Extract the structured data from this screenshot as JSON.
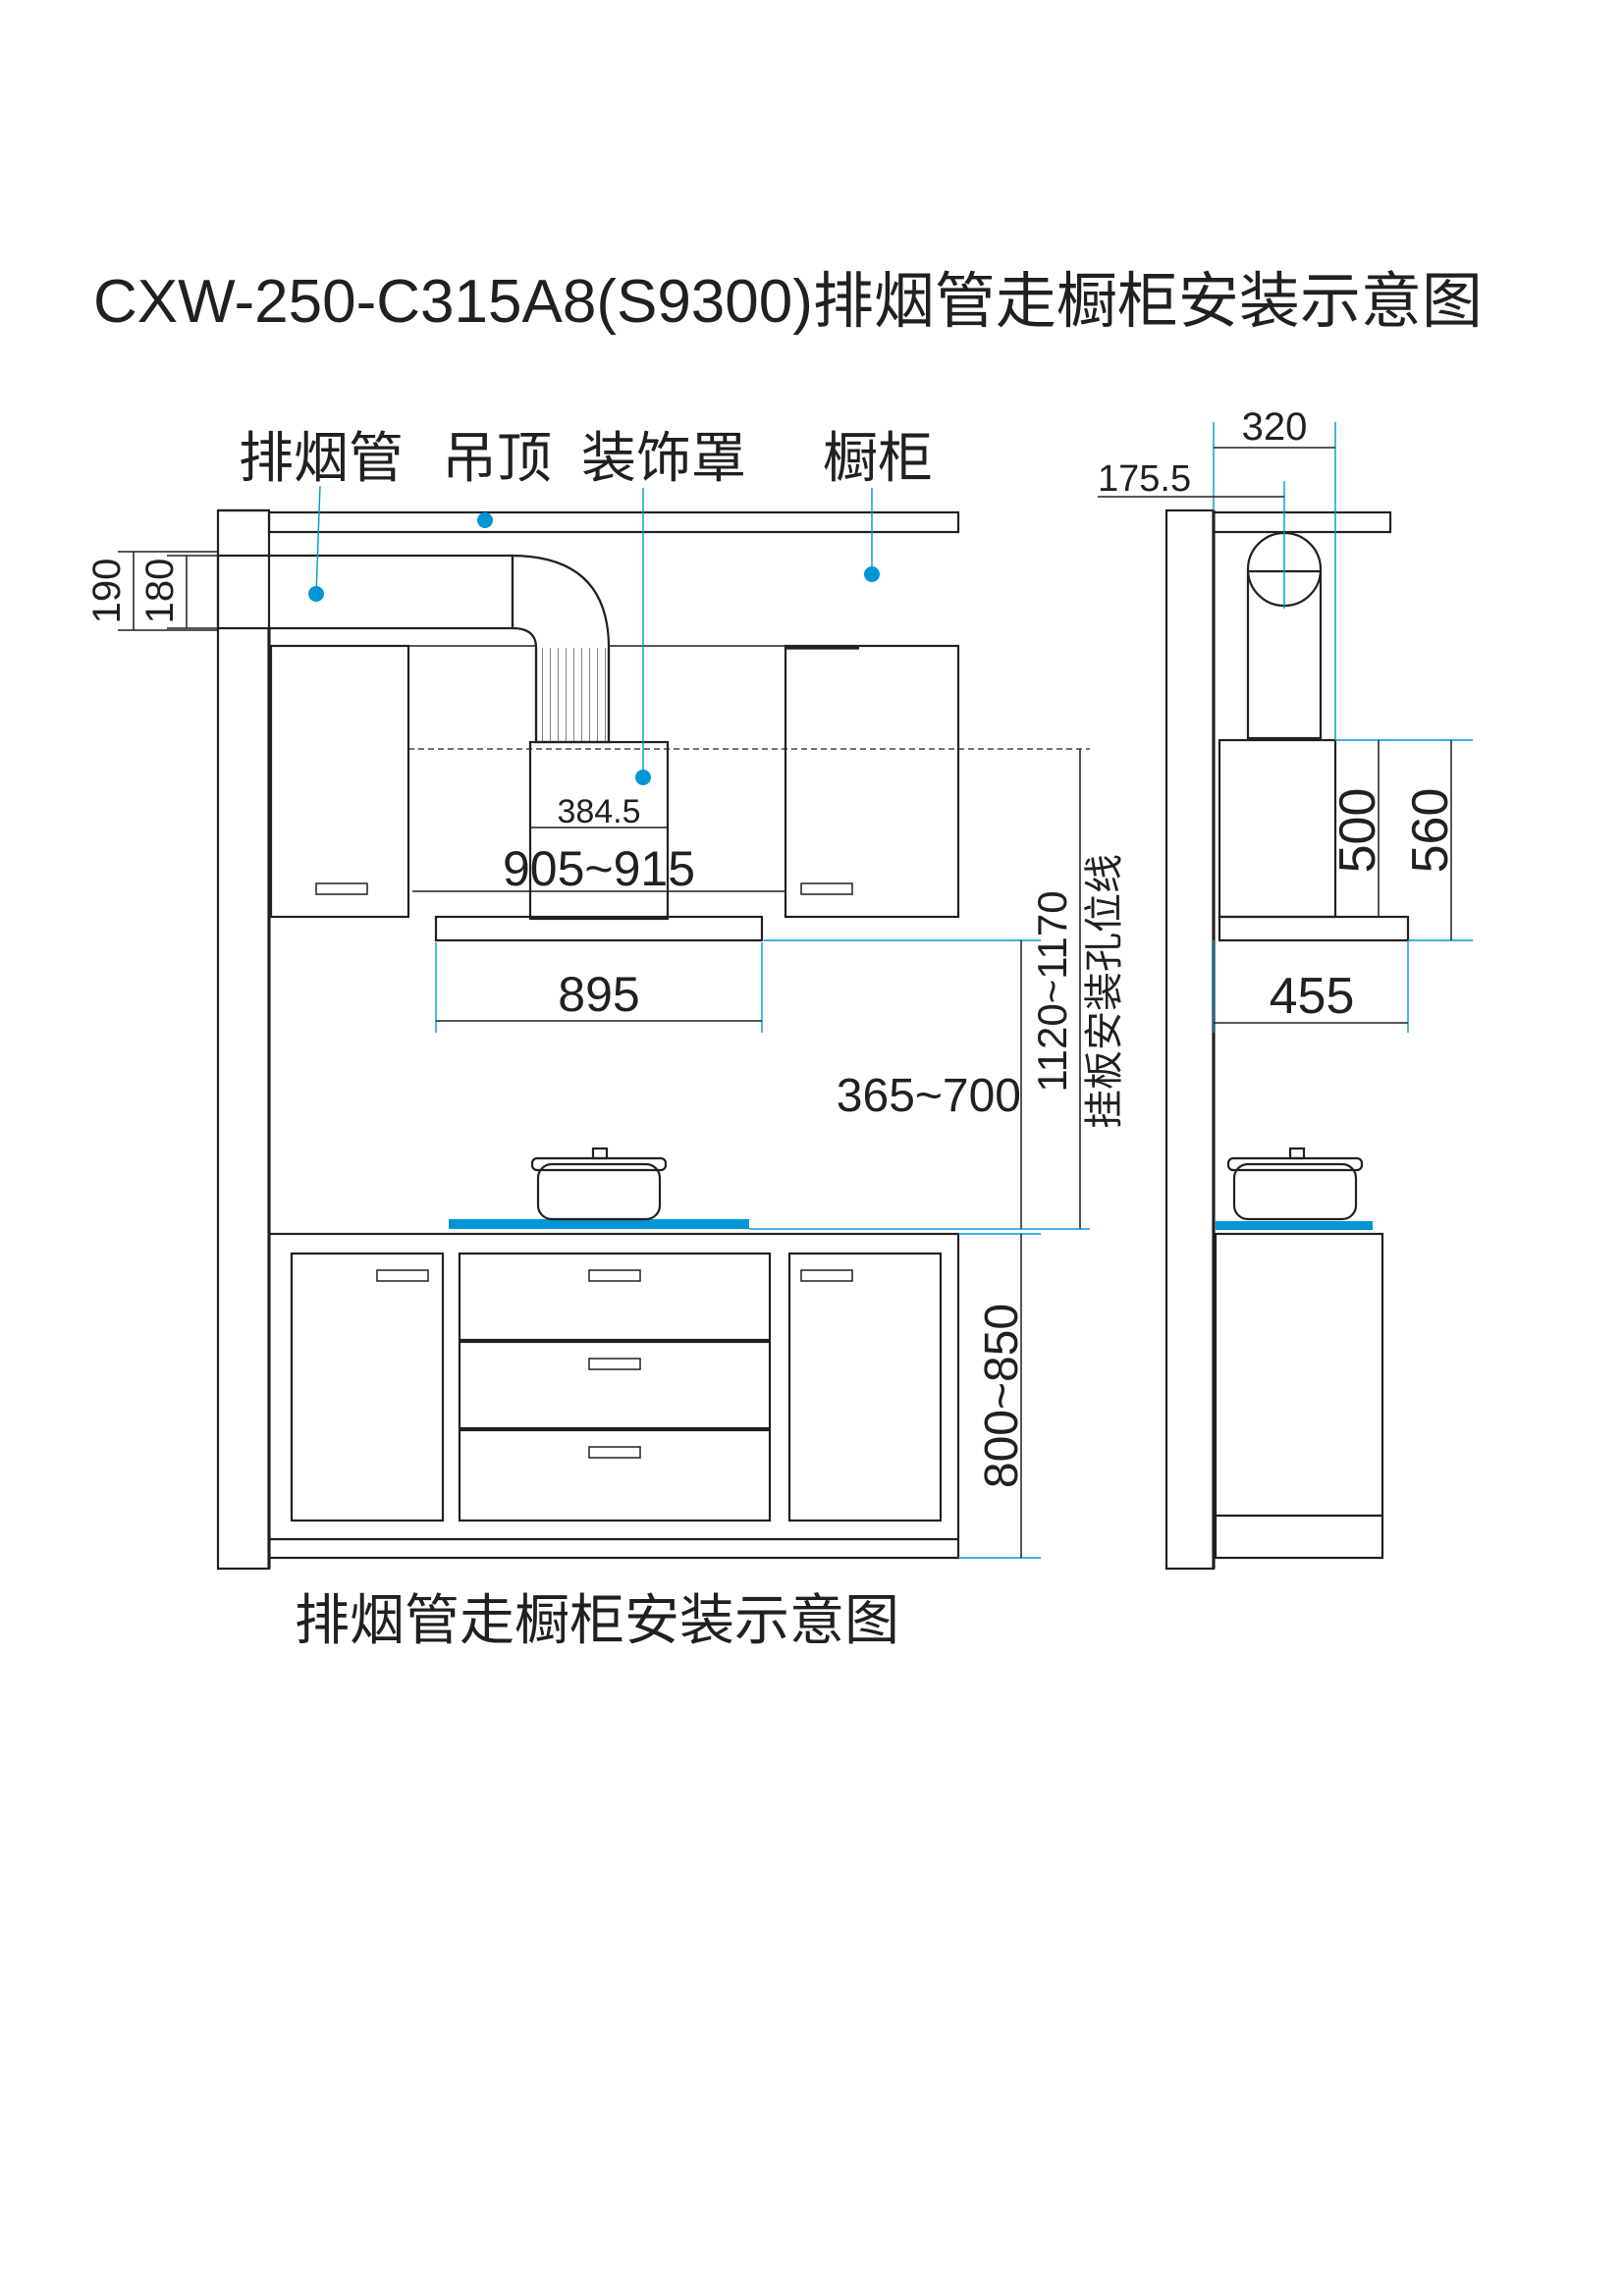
{
  "title": "CXW-250-C315A8(S9300)排烟管走橱柜安装示意图",
  "caption": "排烟管走橱柜安装示意图",
  "labels": {
    "duct": "排烟管",
    "ceiling": "吊顶",
    "cover": "装饰罩",
    "cabinet": "橱柜"
  },
  "dimensions": {
    "d190": "190",
    "d180": "180",
    "d384": "384.5",
    "d905": "905~915",
    "d895": "895",
    "d365": "365~700",
    "d1120": "1120~1170",
    "mount_line": "挂板安装孔位线",
    "d800": "800~850",
    "d320": "320",
    "d175": "175.5",
    "d500": "500",
    "d560": "560",
    "d455": "455"
  },
  "colors": {
    "accent": "#0096d6",
    "line": "#231f20"
  }
}
